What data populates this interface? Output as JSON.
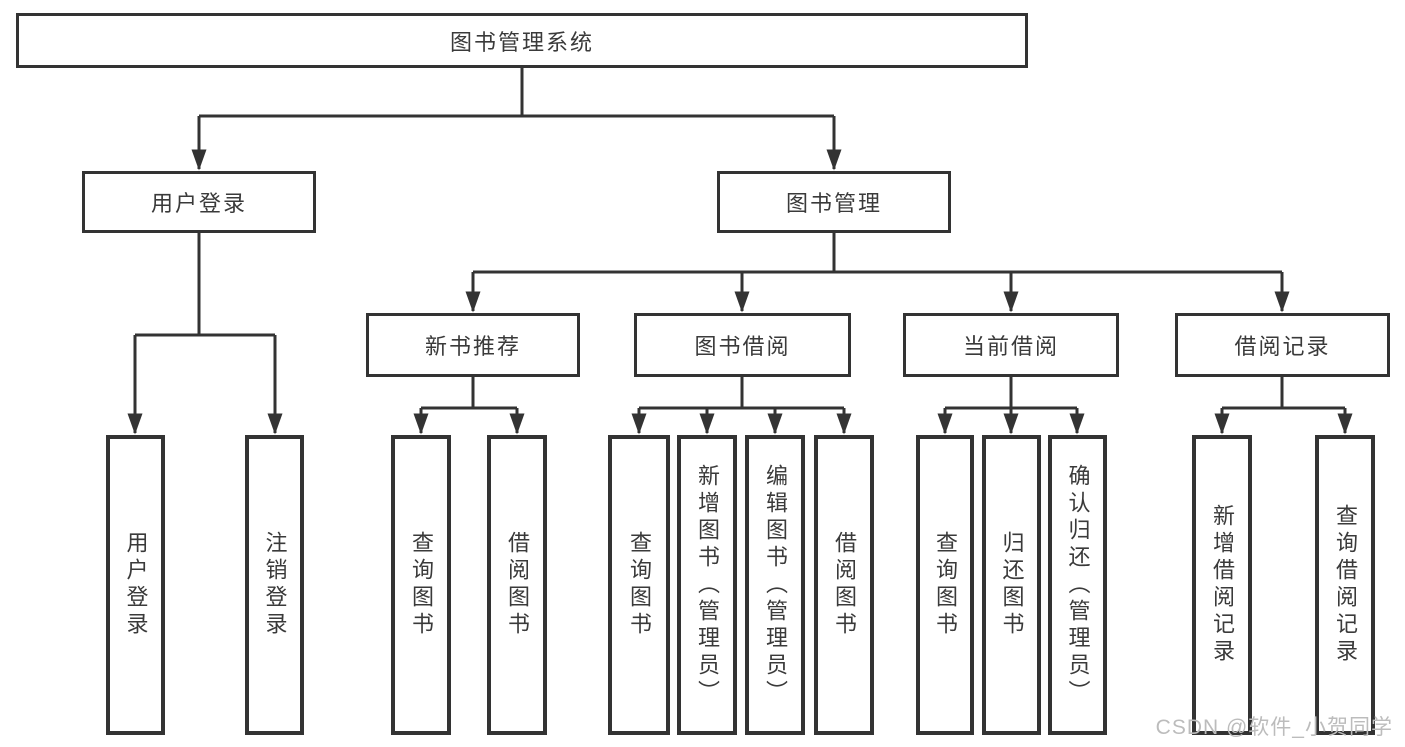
{
  "diagram": {
    "title": "图书管理系统",
    "watermark": "CSDN @软件_小贺同学",
    "colors": {
      "line": "#333333",
      "box_border": "#333333",
      "text": "#3a3a3a",
      "watermark": "#bcbcbc",
      "background": "#ffffff"
    },
    "nodes": {
      "root": {
        "label": "图书管理系统"
      },
      "level2": [
        {
          "label": "用户登录"
        },
        {
          "label": "图书管理"
        }
      ],
      "level3": [
        {
          "label": "新书推荐"
        },
        {
          "label": "图书借阅"
        },
        {
          "label": "当前借阅"
        },
        {
          "label": "借阅记录"
        }
      ],
      "level4": [
        {
          "label": "用户登录"
        },
        {
          "label": "注销登录"
        },
        {
          "label": "查询图书"
        },
        {
          "label": "借阅图书"
        },
        {
          "label": "查询图书"
        },
        {
          "label": "新增图书（管理员）"
        },
        {
          "label": "编辑图书（管理员）"
        },
        {
          "label": "借阅图书"
        },
        {
          "label": "查询图书"
        },
        {
          "label": "归还图书"
        },
        {
          "label": "确认归还（管理员）"
        },
        {
          "label": "新增借阅记录"
        },
        {
          "label": "查询借阅记录"
        }
      ]
    },
    "hierarchy": {
      "图书管理系统": {
        "用户登录": [
          "用户登录",
          "注销登录"
        ],
        "图书管理": {
          "新书推荐": [
            "查询图书",
            "借阅图书"
          ],
          "图书借阅": [
            "查询图书",
            "新增图书（管理员）",
            "编辑图书（管理员）",
            "借阅图书"
          ],
          "当前借阅": [
            "查询图书",
            "归还图书",
            "确认归还（管理员）"
          ],
          "借阅记录": [
            "新增借阅记录",
            "查询借阅记录"
          ]
        }
      }
    }
  }
}
